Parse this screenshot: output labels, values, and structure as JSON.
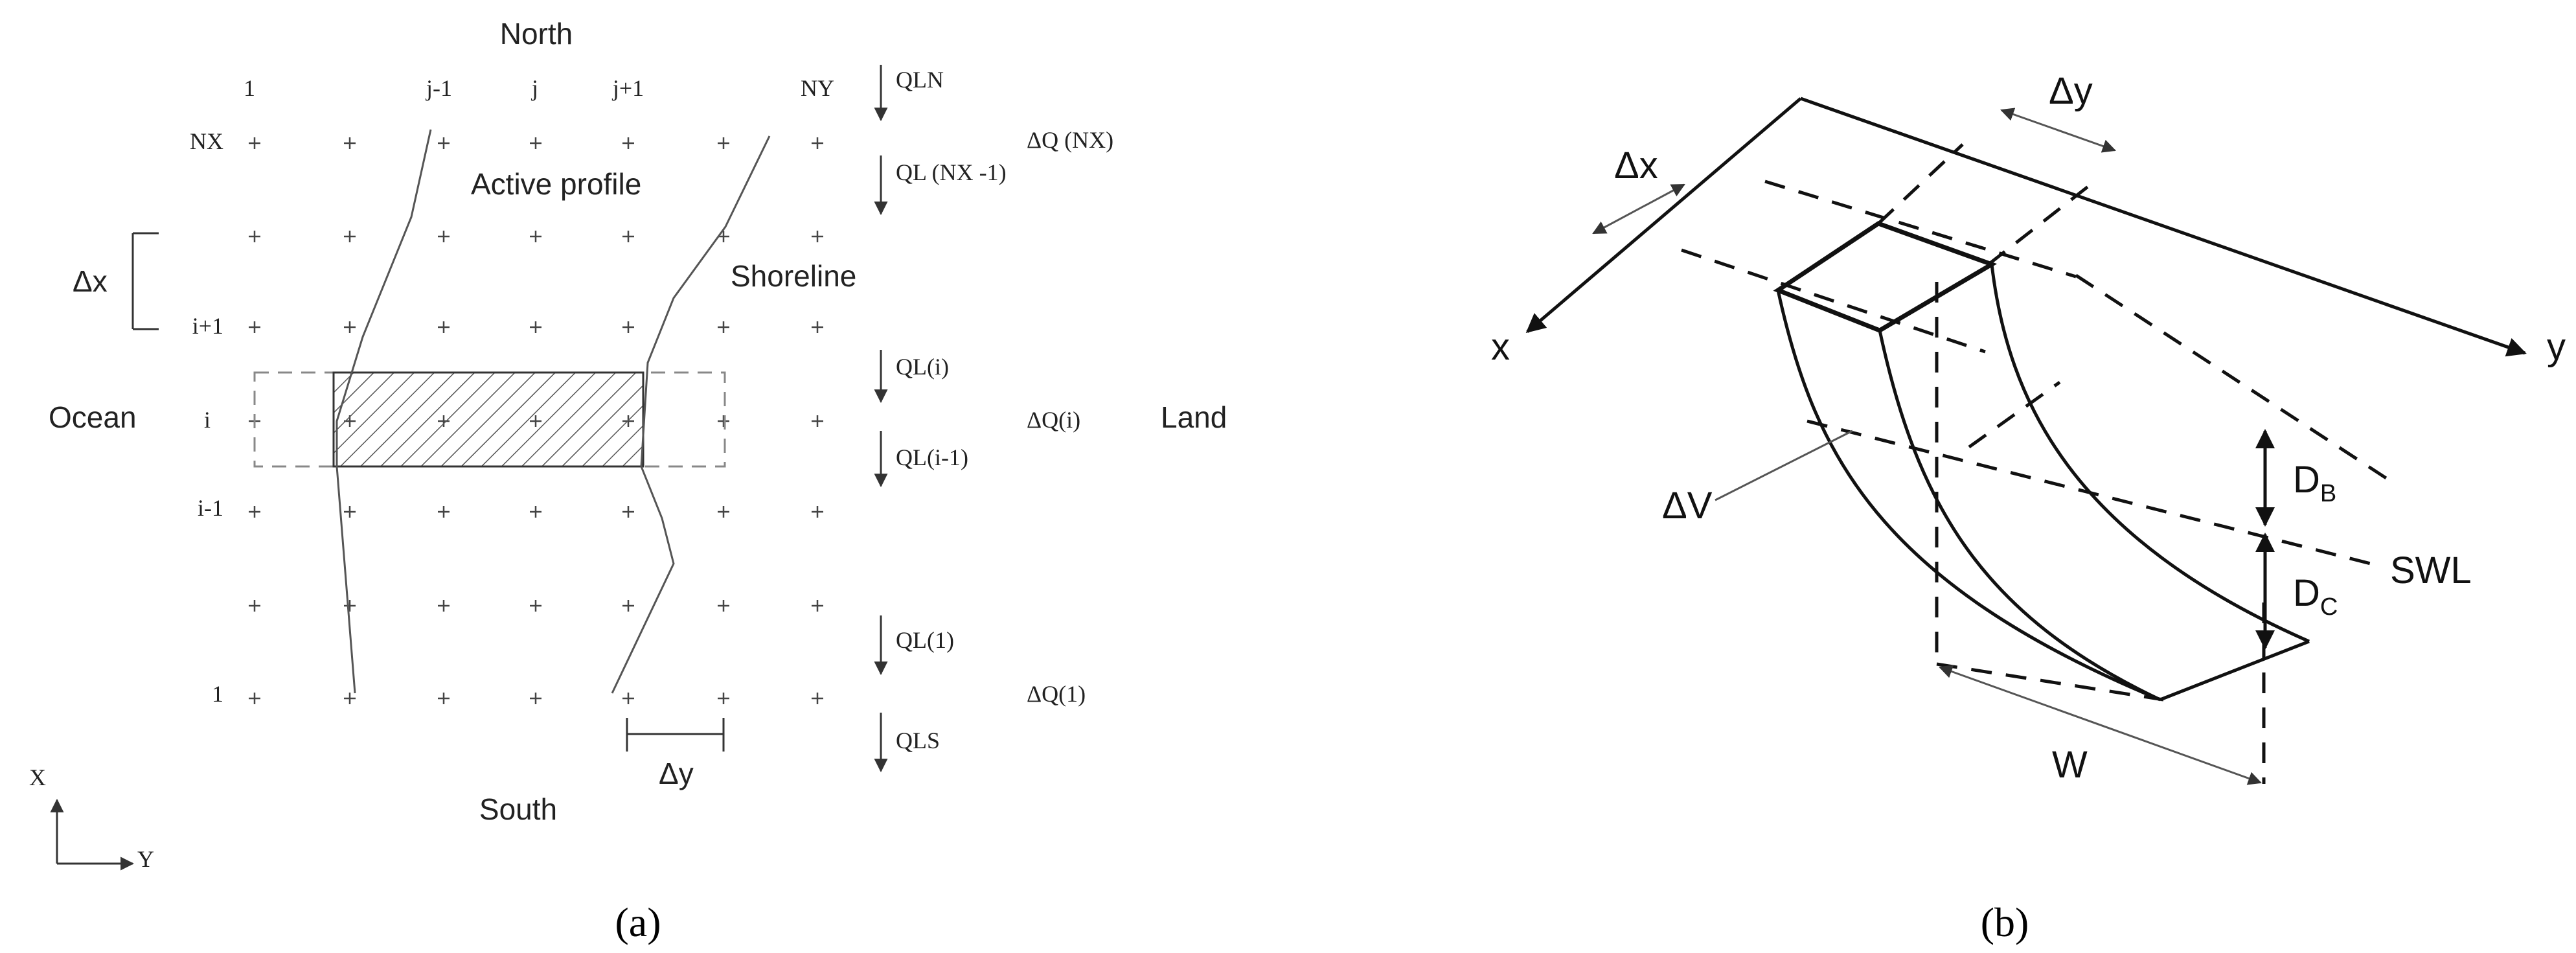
{
  "panel_a": {
    "caption": "(a)",
    "labels": {
      "north": "North",
      "south": "South",
      "ocean": "Ocean",
      "land": "Land",
      "active_profile": "Active profile",
      "shoreline": "Shoreline",
      "dx": "Δx",
      "dy": "Δy",
      "axis_x": "X",
      "axis_y": "Y"
    },
    "col_labels": [
      "1",
      "j-1",
      "j",
      "j+1",
      "NY"
    ],
    "row_labels": [
      "NX",
      "i+1",
      "i",
      "i-1",
      "1"
    ],
    "flux_labels": [
      "QLN",
      "QL (NX -1)",
      "QL(i)",
      "QL(i-1)",
      "QL(1)",
      "QLS"
    ],
    "dq_labels": [
      "ΔQ (NX)",
      "ΔQ(i)",
      "ΔQ(1)"
    ]
  },
  "panel_b": {
    "caption": "(b)",
    "labels": {
      "dx": "Δx",
      "dy": "Δy",
      "x": "x",
      "y": "y",
      "dv": "ΔV",
      "db_main": "D",
      "db_sub": "B",
      "dc_main": "D",
      "dc_sub": "C",
      "swl": "SWL",
      "w": "W"
    }
  }
}
